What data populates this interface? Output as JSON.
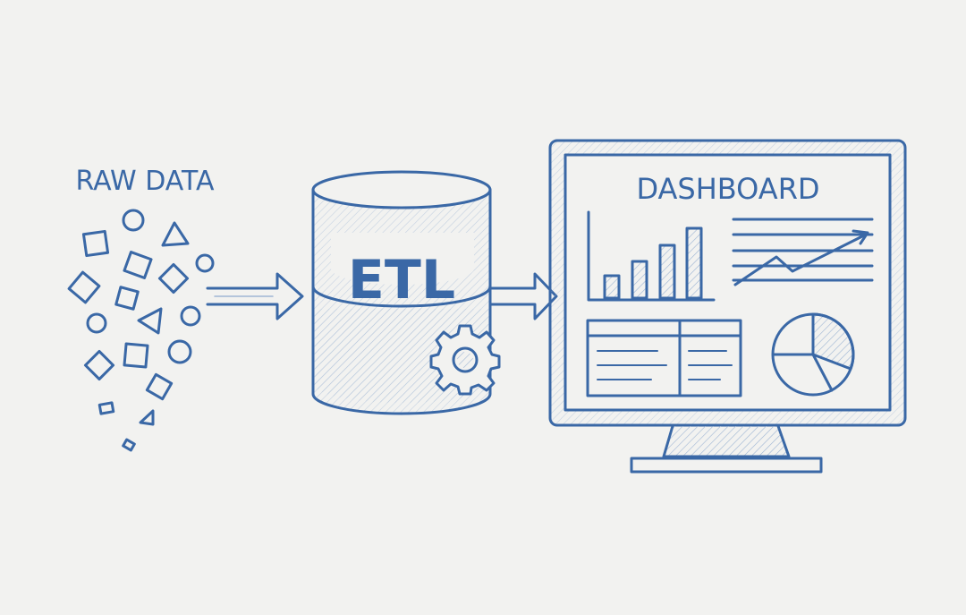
{
  "labels": {
    "raw_data": "RAW DATA",
    "etl": "ETL",
    "dashboard": "DASHBOARD"
  },
  "colors": {
    "ink": "#3a68a6",
    "background": "#f2f2f0",
    "hatch": "#9fb6d4"
  }
}
